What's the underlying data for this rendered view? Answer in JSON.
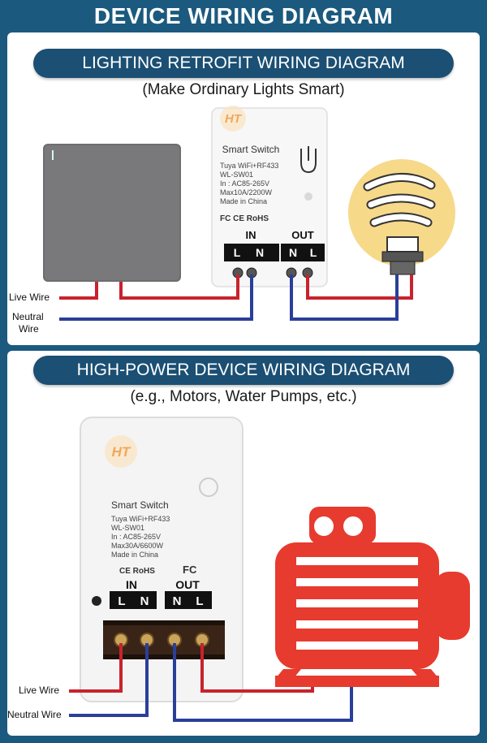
{
  "title": "DEVICE WIRING DIAGRAM",
  "section1": {
    "heading": "LIGHTING RETROFIT WIRING DIAGRAM",
    "subheading": "(Make Ordinary Lights Smart)",
    "device": {
      "logo": "HT",
      "name": "Smart Switch",
      "lines": [
        "Tuya WiFi+RF433",
        "WL-SW01",
        "In : AC85-265V",
        "Max10A/2200W",
        "Made in China"
      ],
      "marks": "FC CE RoHS",
      "in_label": "IN",
      "out_label": "OUT",
      "terminals": [
        "L",
        "N",
        "N",
        "L"
      ]
    },
    "live_label": "Live Wire",
    "neutral_label_1": "Neutral",
    "neutral_label_2": "Wire",
    "icons": [
      "wall-switch-icon",
      "light-bulb-icon"
    ]
  },
  "section2": {
    "heading": "HIGH-POWER DEVICE WIRING DIAGRAM",
    "subheading": "(e.g., Motors, Water Pumps, etc.)",
    "device": {
      "logo": "HT",
      "name": "Smart Switch",
      "lines": [
        "Tuya WiFi+RF433",
        "WL-SW01",
        "In : AC85-265V",
        "Max30A/6600W",
        "Made in China"
      ],
      "marks": "CE RoHS",
      "marks_fc": "FC",
      "in_label": "IN",
      "out_label": "OUT",
      "terminals": [
        "L",
        "N",
        "N",
        "L"
      ]
    },
    "live_label": "Live Wire",
    "neutral_label": "Neutral Wire",
    "icons": [
      "motor-icon"
    ]
  },
  "colors": {
    "background": "#1b5a7e",
    "banner": "#1b4f73",
    "live_wire": "#c8232c",
    "neutral_wire": "#2a3f9a",
    "motor": "#e63b2e",
    "bulb_glow": "#f7d98a"
  }
}
